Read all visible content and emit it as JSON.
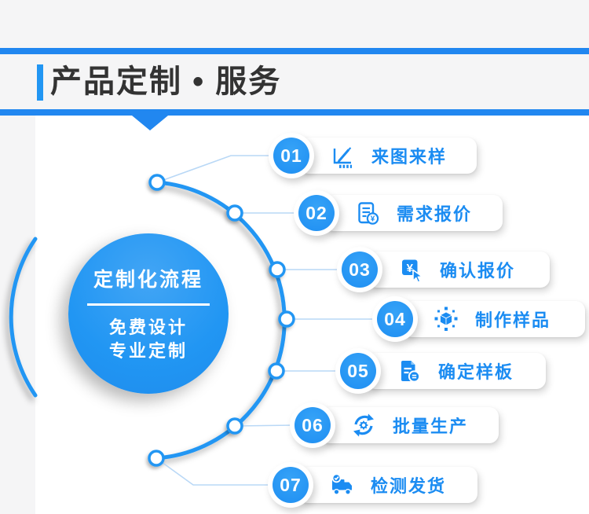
{
  "header": {
    "title": "产品定制 • 服务"
  },
  "center_badge": {
    "title": "定制化流程",
    "line1": "免费设计",
    "line2": "专业定制"
  },
  "steps": [
    {
      "num": "01",
      "label": "来图来样",
      "icon": "sketch-drawing-icon"
    },
    {
      "num": "02",
      "label": "需求报价",
      "icon": "quote-document-icon"
    },
    {
      "num": "03",
      "label": "确认报价",
      "icon": "confirm-price-icon"
    },
    {
      "num": "04",
      "label": "制作样品",
      "icon": "sample-cube-icon"
    },
    {
      "num": "05",
      "label": "确定样板",
      "icon": "confirm-template-icon"
    },
    {
      "num": "06",
      "label": "批量生产",
      "icon": "production-cycle-icon"
    },
    {
      "num": "07",
      "label": "检测发货",
      "icon": "delivery-truck-icon"
    }
  ],
  "colors": {
    "accent_blue": "#2196f3",
    "rule_blue": "#2187f0",
    "label_blue": "#1b8cf2",
    "connector_blue": "#b9d8f6",
    "band_gray": "#f5f5f6",
    "title_dark": "#333333"
  }
}
